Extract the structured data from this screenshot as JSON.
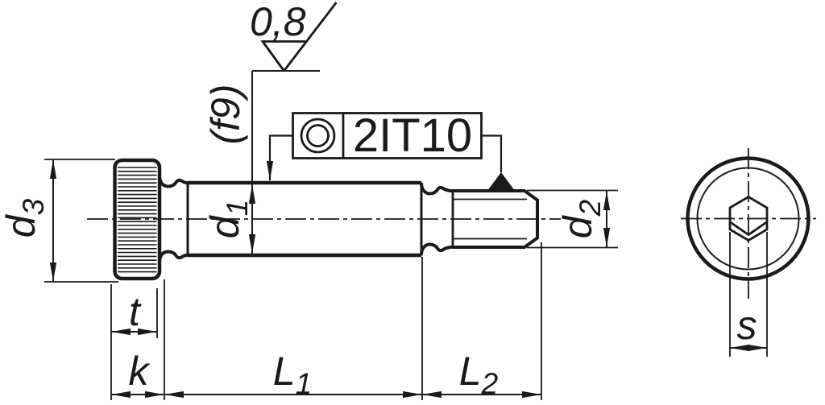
{
  "page": {
    "background": "#ffffff",
    "ink": "#1a1a1a",
    "description": "Technical drawing of a hexagon socket head shoulder screw, side view and end view"
  },
  "annotations": {
    "surface_roughness_value": "0,8",
    "fit_tolerance": "(f9)",
    "geometric_tolerance": {
      "characteristic": "concentricity",
      "value": "2IT10"
    }
  },
  "icons": {
    "roughness": "surface-roughness-symbol",
    "concentricity": "concentricity-symbol",
    "datum": "datum-triangle"
  },
  "dimensions": {
    "head_diameter": {
      "main": "d",
      "sub": "3"
    },
    "shoulder_diameter": {
      "main": "d",
      "sub": "1"
    },
    "thread_diameter": {
      "main": "d",
      "sub": "2"
    },
    "socket_depth": {
      "main": "t",
      "sub": ""
    },
    "head_height": {
      "main": "k",
      "sub": ""
    },
    "shoulder_length": {
      "main": "L",
      "sub": "1"
    },
    "thread_length": {
      "main": "L",
      "sub": "2"
    },
    "socket_across_flats": {
      "main": "s",
      "sub": ""
    }
  }
}
